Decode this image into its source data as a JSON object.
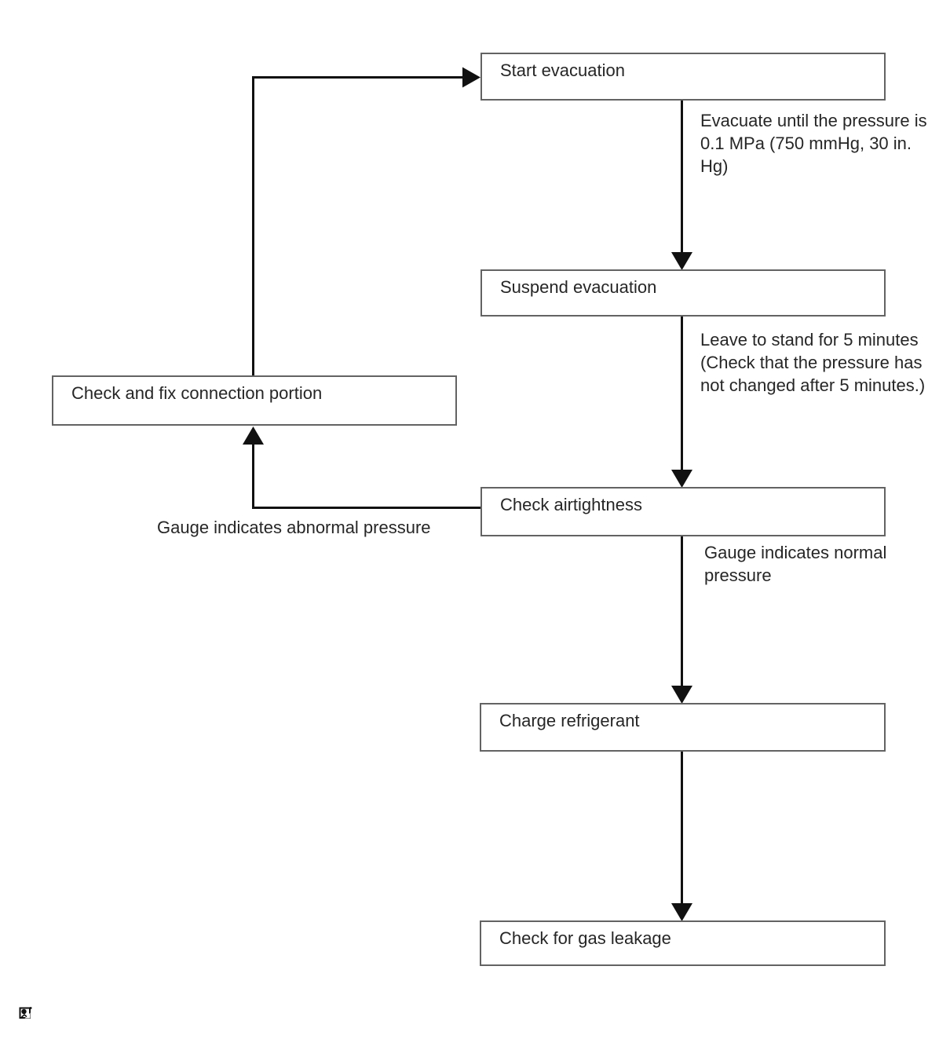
{
  "colors": {
    "background": "#ffffff",
    "flow_line": "#111111",
    "box_border": "#636363",
    "text": "#262626"
  },
  "nodes": [
    {
      "id": "start-evacuation",
      "label": "Start evacuation"
    },
    {
      "id": "suspend-evacuation",
      "label": "Suspend evacuation"
    },
    {
      "id": "check-and-fix-connection-portion",
      "label": "Check and fix connection portion"
    },
    {
      "id": "check-airtightness",
      "label": "Check airtightness"
    },
    {
      "id": "charge-refrigerant",
      "label": "Charge refrigerant"
    },
    {
      "id": "check-for-gas-leakage",
      "label": "Check for gas leakage"
    }
  ],
  "annotations": [
    {
      "edge": "start-evacuation to suspend-evacuation",
      "lines": [
        "Evacuate until the pressure is",
        "0.1 MPa (750 mmHg, 30 in.",
        "Hg)"
      ]
    },
    {
      "edge": "suspend-evacuation to check-airtightness",
      "lines": [
        "Leave to stand for 5 minutes",
        "(Check that the pressure has",
        "not changed after 5 minutes.)"
      ]
    },
    {
      "edge": "check-airtightness to charge-refrigerant",
      "lines": [
        "Gauge indicates normal",
        "pressure"
      ]
    }
  ],
  "edge_labels": [
    {
      "edge": "check-airtightness to check-and-fix-connection-portion",
      "text": "Gauge indicates abnormal pressure"
    }
  ],
  "icons": [
    {
      "name": "broken-image-icon"
    }
  ]
}
